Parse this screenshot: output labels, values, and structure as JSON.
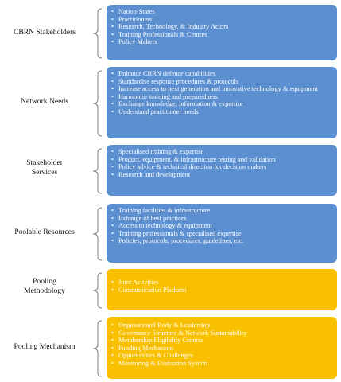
{
  "colors": {
    "blue": "#5b8fd0",
    "gold": "#f9c000",
    "brace": "#7f7f7f"
  },
  "rows": [
    {
      "label": "CBRN Stakeholders",
      "color": "blue",
      "items": [
        "Nation-States",
        "Practitioners",
        "Research, Technology, & Industry Actors",
        "Training Professionals & Centres",
        "Policy Makers"
      ]
    },
    {
      "label": "Network Needs",
      "color": "blue",
      "items": [
        "Enhance CBRN defence capabilities",
        "Standardise response procedures & protocols",
        "Increase access to next generation and innovative technology & equipment",
        "Harmonise training and preparedness",
        "Exchange knowledge, information & expertise",
        "Understand practitioner needs"
      ]
    },
    {
      "label": "Stakeholder\nServices",
      "color": "blue",
      "items": [
        "Specialised training & expertise",
        "Product, equipment, & infrastructure testing and validation",
        "Policy advice & technical direction for decision makers",
        "Research and development"
      ]
    },
    {
      "label": "Poolable Resources",
      "color": "blue",
      "items": [
        "Training facilities & infrastructure",
        "Exhange of best practices",
        "Access to technology & equipment",
        "Training professionals & specialised expertise",
        "Policies, protocols, procedures, guidelines, etc."
      ]
    },
    {
      "label": "Pooling\nMethodology",
      "color": "gold",
      "items": [
        "Joint Activities",
        "Communication Platform"
      ]
    },
    {
      "label": "Pooling Mechanism",
      "color": "gold",
      "items": [
        "Organsational Body & Leadership",
        "Governance Structure & Network Sustainability",
        "Membership Eligibility Criteria",
        "Funding Mechanism",
        "Opportunities & Challenges",
        "Monitoring & Evaluation System"
      ]
    }
  ]
}
